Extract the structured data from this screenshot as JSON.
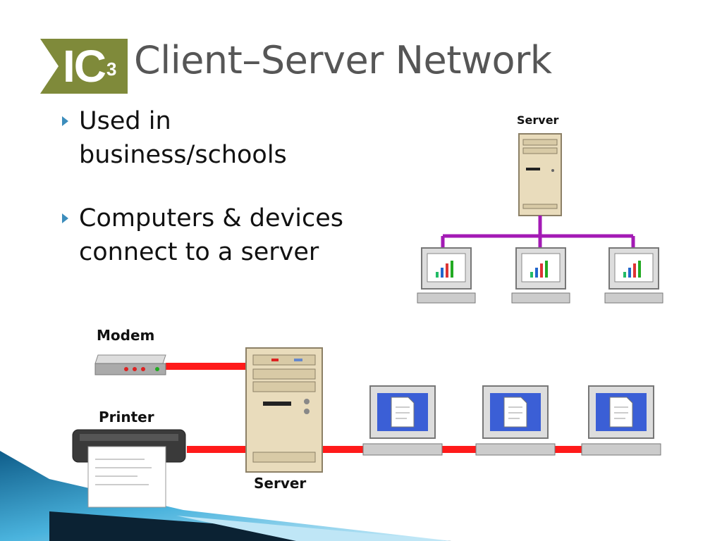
{
  "logo": {
    "text": "IC",
    "superscript": "3"
  },
  "title": "Client–Server Network",
  "bullets": [
    {
      "text": "Used in business/schools"
    },
    {
      "text": "Computers & devices connect to a server"
    }
  ],
  "top_diagram": {
    "server_label": "Server"
  },
  "bottom_diagram": {
    "modem_label": "Modem",
    "printer_label": "Printer",
    "server_label": "Server"
  },
  "colors": {
    "accent": "#3c8dbc",
    "logo": "#7f8a3a",
    "purple_link": "#a31ab5",
    "red_link": "#ff1a1a"
  }
}
